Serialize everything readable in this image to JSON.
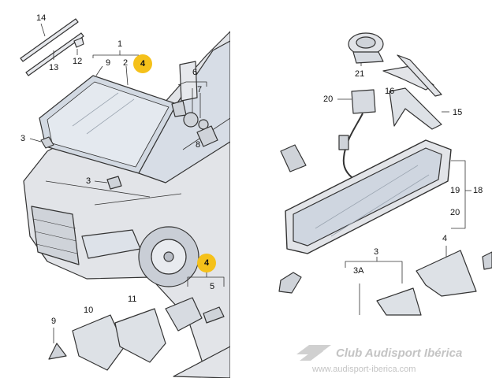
{
  "left_panel": {
    "labels": {
      "n14": "14",
      "n13": "13",
      "n12": "12",
      "n1": "1",
      "n9a": "9",
      "n2": "2",
      "n6": "6",
      "n7": "7",
      "n8": "8",
      "n3a": "3",
      "n3b": "3",
      "n5": "5",
      "n10": "10",
      "n11": "11",
      "n9b": "9"
    },
    "callouts": {
      "top": "4",
      "bottom": "4"
    }
  },
  "right_panel": {
    "labels": {
      "n21": "21",
      "n20": "20",
      "n16": "16",
      "n15": "15",
      "n19": "19",
      "n18": "18",
      "n20b": "20",
      "n4": "4",
      "n3": "3",
      "n3A": "3A"
    }
  },
  "watermark": {
    "title": "Club Audisport Ibérica",
    "url": "www.audisport-iberica.com"
  },
  "colors": {
    "callout": "#f5c11a",
    "line": "#333333",
    "fill": "#e2e4e8",
    "glass": "#cfd6e0"
  }
}
